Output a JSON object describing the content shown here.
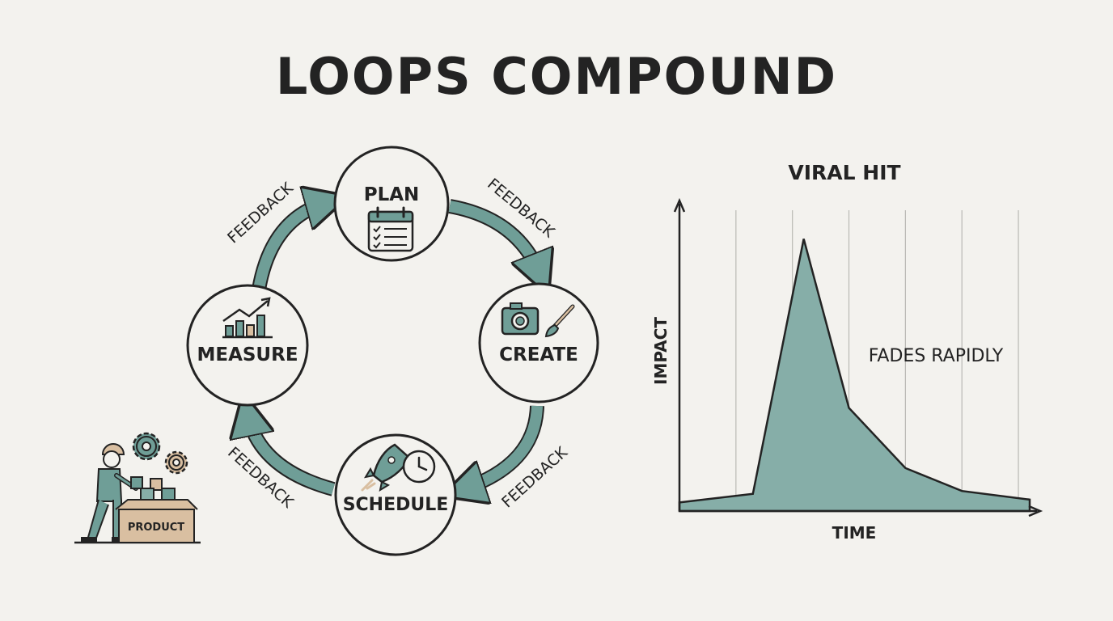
{
  "title": "LOOPS COMPOUND",
  "cycle": {
    "nodes": {
      "plan": "PLAN",
      "create": "CREATE",
      "schedule": "SCHEDULE",
      "measure": "MEASURE"
    },
    "arrow_labels": [
      "FEEDBACK",
      "FEEDBACK",
      "FEEDBACK",
      "FEEDBACK"
    ]
  },
  "worker": {
    "box_label": "PRODUCT"
  },
  "colors": {
    "accent": "#6f9e97",
    "accent_fill": "#86aea8",
    "ink": "#232323",
    "box": "#d9bfa1",
    "background": "#f3f2ee"
  },
  "chart_data": {
    "type": "area",
    "title": "VIRAL HIT",
    "xlabel": "TIME",
    "ylabel": "IMPACT",
    "grid": true,
    "x": [
      0,
      1.3,
      2.2,
      3,
      4,
      5,
      6.2
    ],
    "values": [
      0.03,
      0.06,
      0.95,
      0.36,
      0.15,
      0.07,
      0.04
    ],
    "xlim": [
      0,
      6.3
    ],
    "ylim": [
      0,
      1.05
    ],
    "annotations": [
      "FADES RAPIDLY"
    ]
  }
}
